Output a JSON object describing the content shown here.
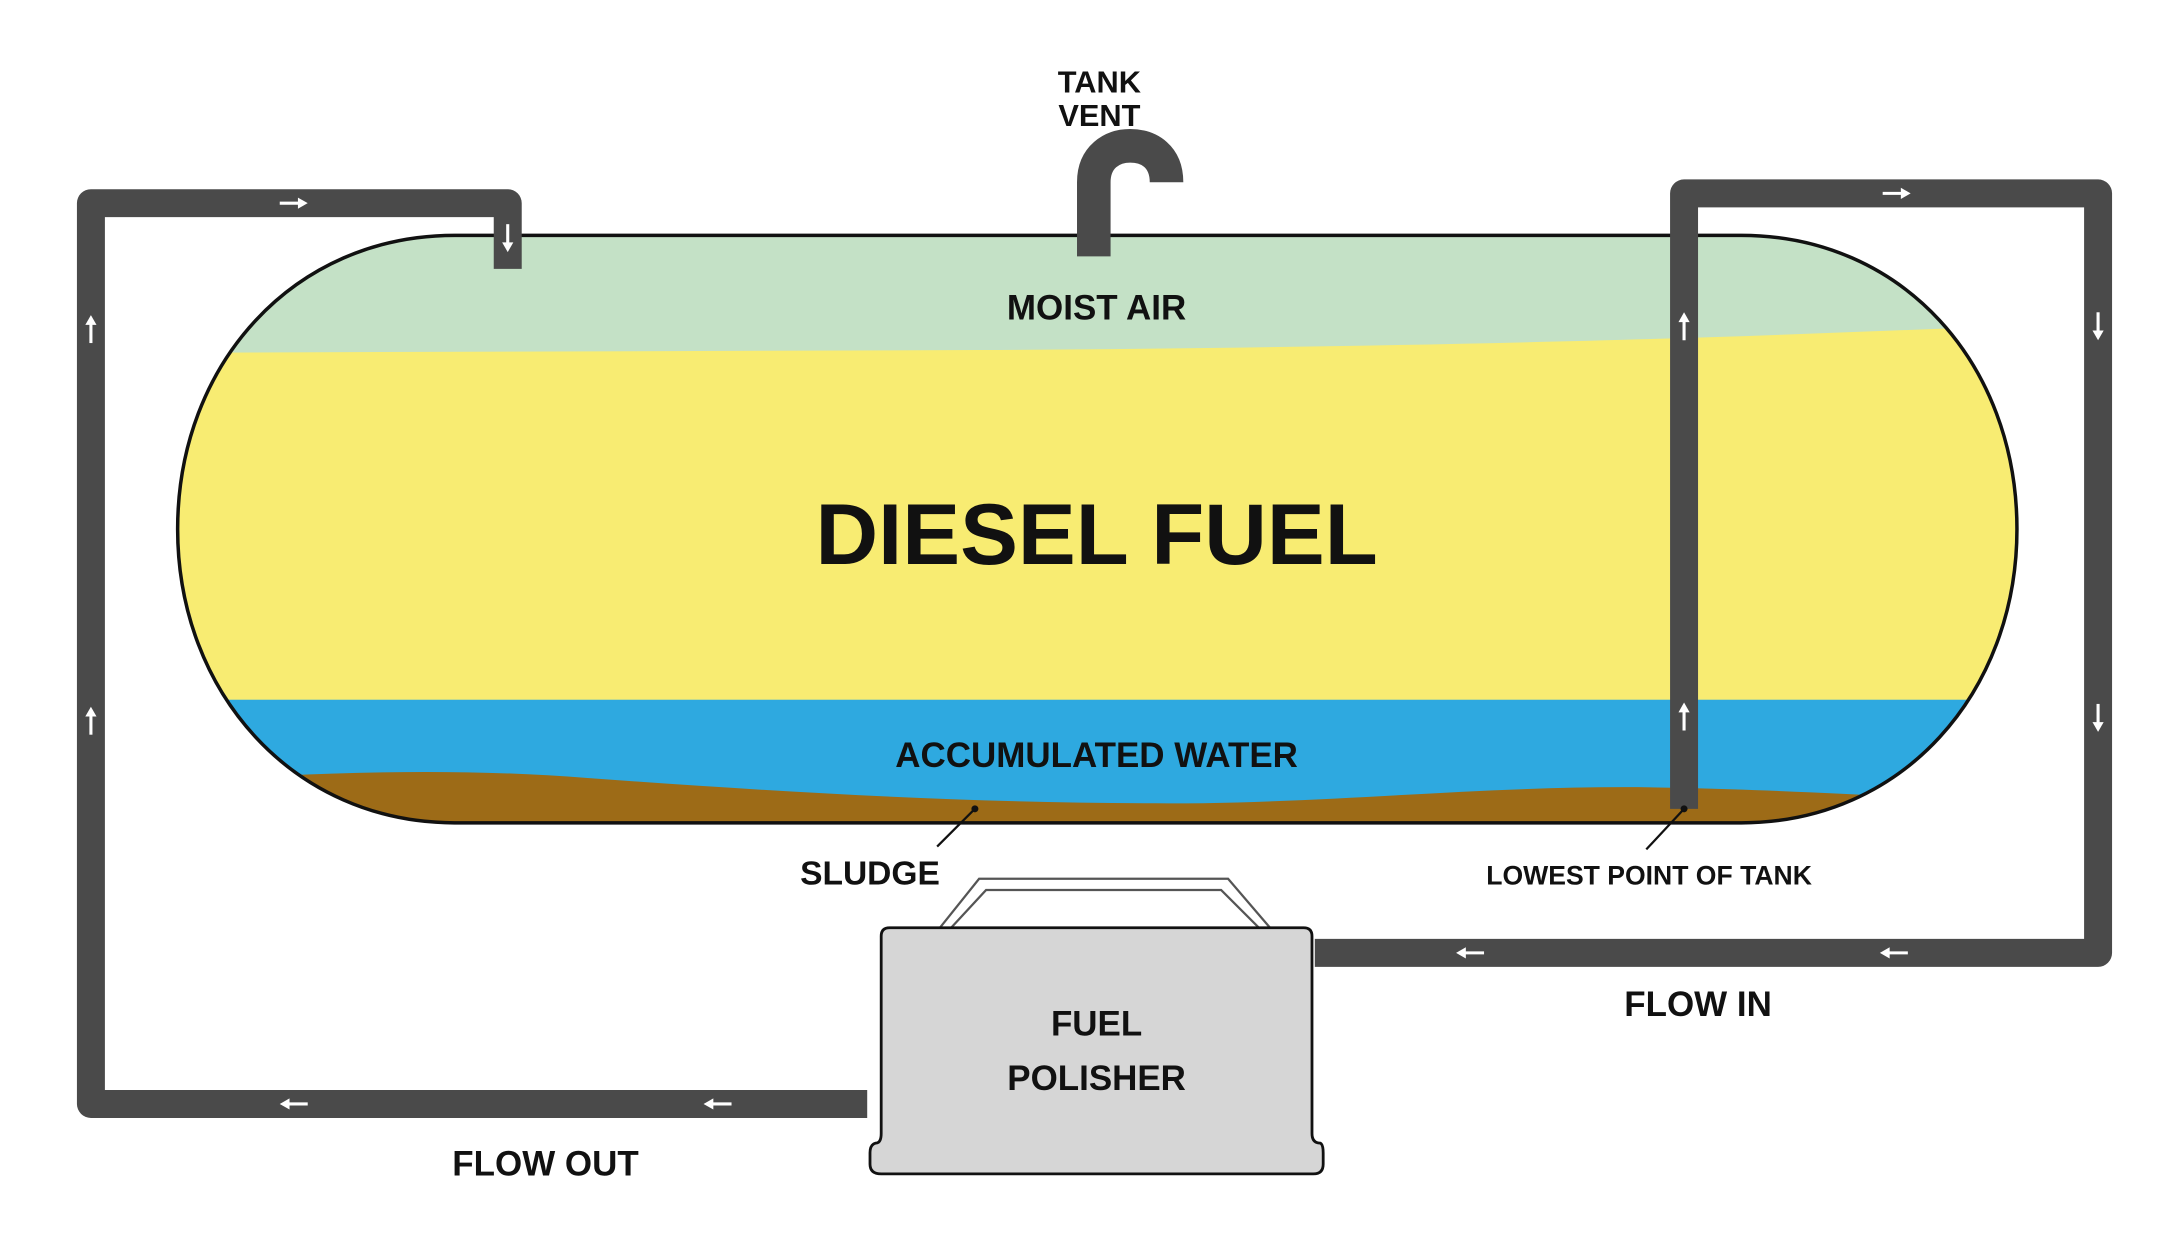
{
  "title": "Diesel fuel tank with fuel polisher circulation loop",
  "colors": {
    "moist_air": "#c4e1c6",
    "diesel": "#f8ec72",
    "water": "#2ea9e0",
    "sludge": "#9d6b17",
    "pipe": "#4a4a4a",
    "polisher": "#d6d6d6",
    "outline": "#111111"
  },
  "labels": {
    "tank_vent_line1": "TANK",
    "tank_vent_line2": "VENT",
    "moist_air": "MOIST AIR",
    "diesel_fuel": "DIESEL FUEL",
    "accumulated_water": "ACCUMULATED WATER",
    "sludge": "SLUDGE",
    "lowest_point": "LOWEST POINT OF TANK",
    "polisher_line1": "FUEL",
    "polisher_line2": "POLISHER",
    "flow_in": "FLOW IN",
    "flow_out": "FLOW OUT"
  },
  "flow_arrows": {
    "return_line": [
      "up",
      "up",
      "right",
      "down"
    ],
    "suction_line": [
      "up",
      "up",
      "right",
      "down",
      "down",
      "left",
      "left"
    ],
    "outlet_line": [
      "left",
      "left"
    ]
  }
}
